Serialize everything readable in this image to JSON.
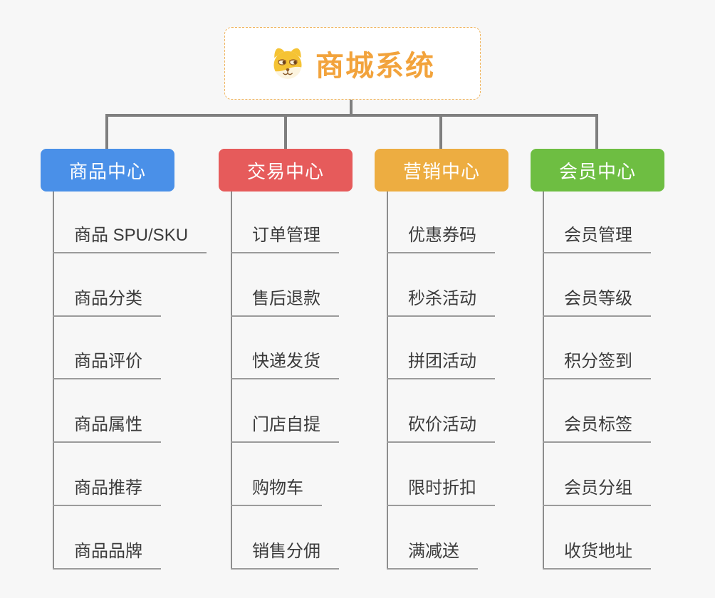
{
  "root": {
    "title": "商城系统",
    "icon": "dog-face-icon",
    "accent_color": "#F2A33C",
    "border_color": "#F0B45C"
  },
  "branches": [
    {
      "label": "商品中心",
      "color": "#4A90E8",
      "items": [
        "商品 SPU/SKU",
        "商品分类",
        "商品评价",
        "商品属性",
        "商品推荐",
        "商品品牌"
      ]
    },
    {
      "label": "交易中心",
      "color": "#E65B5B",
      "items": [
        "订单管理",
        "售后退款",
        "快递发货",
        "门店自提",
        "购物车",
        "销售分佣"
      ]
    },
    {
      "label": "营销中心",
      "color": "#EDAD41",
      "items": [
        "优惠券码",
        "秒杀活动",
        "拼团活动",
        "砍价活动",
        "限时折扣",
        "满减送"
      ]
    },
    {
      "label": "会员中心",
      "color": "#6EBE42",
      "items": [
        "会员管理",
        "会员等级",
        "积分签到",
        "会员标签",
        "会员分组",
        "收货地址"
      ]
    }
  ]
}
